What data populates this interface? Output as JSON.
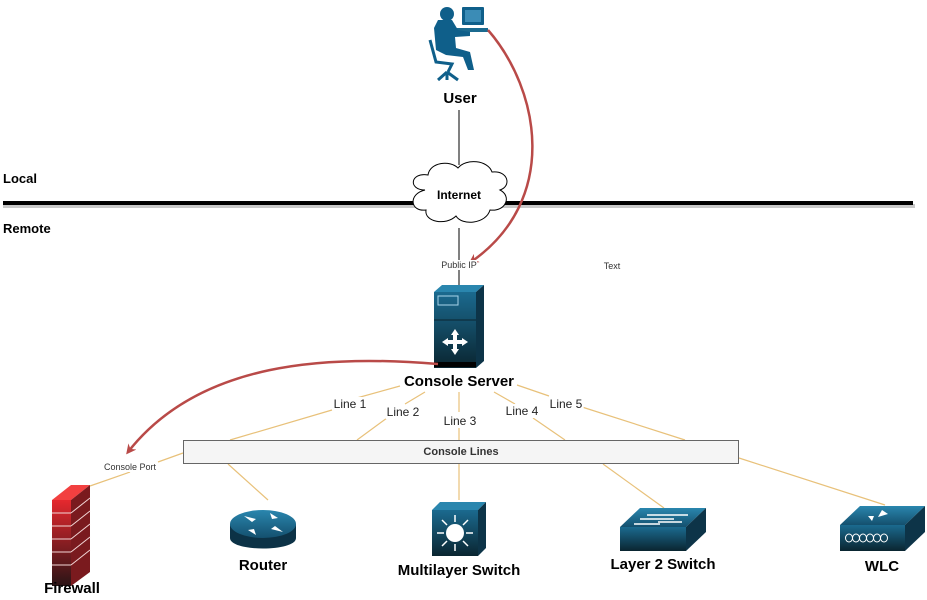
{
  "zones": {
    "local": "Local",
    "remote": "Remote"
  },
  "nodes": {
    "user": "User",
    "internet": "Internet",
    "console_server": "Console Server",
    "firewall": "Firewall",
    "router": "Router",
    "multilayer_switch": "Multilayer Switch",
    "layer2_switch": "Layer 2 Switch",
    "wlc": "WLC"
  },
  "labels": {
    "public_ip": "Public IP",
    "text": "Text",
    "console_port": "Console Port",
    "console_lines": "Console Lines"
  },
  "lines": [
    "Line 1",
    "Line 2",
    "Line 3",
    "Line 4",
    "Line 5"
  ],
  "colors": {
    "device": "#0f4c6b",
    "device_dark": "#0b2633",
    "firewall": "#d8262c",
    "arrow": "#b94a48",
    "console_line": "#e8c17a",
    "divider": "#000000"
  }
}
